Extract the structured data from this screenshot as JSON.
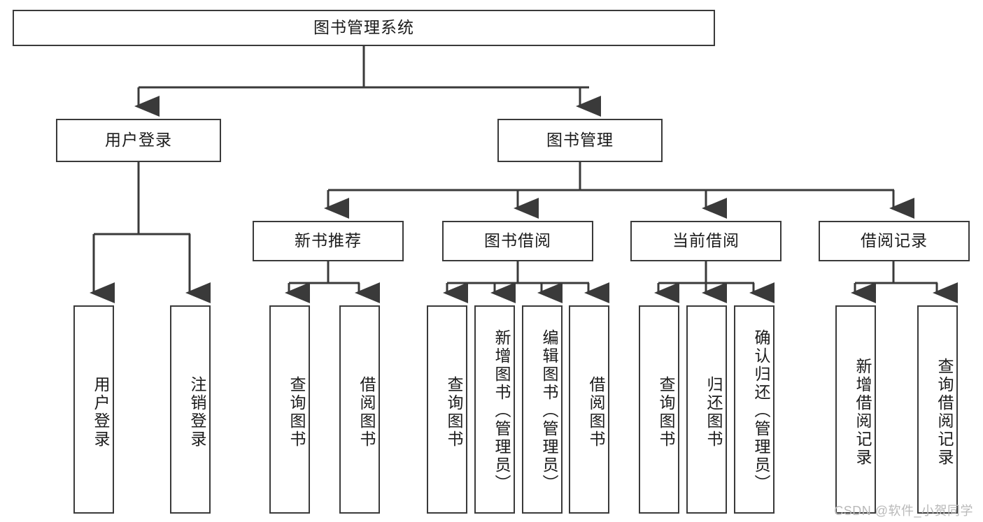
{
  "diagram": {
    "kind": "tree-hierarchy-chart",
    "title": "图书管理系统",
    "watermark": "CSDN @软件_小贺同学",
    "colors": {
      "box_border": "#3a3a3a",
      "box_fill": "#ffffff",
      "connector": "#3a3a3a",
      "text": "#1b1b1b",
      "watermark": "#b9b9b9",
      "page_background": "#ffffff"
    },
    "root": {
      "label": "图书管理系统"
    },
    "level2": [
      {
        "label": "用户登录"
      },
      {
        "label": "图书管理"
      }
    ],
    "level3": [
      {
        "label": "新书推荐"
      },
      {
        "label": "图书借阅"
      },
      {
        "label": "当前借阅"
      },
      {
        "label": "借阅记录"
      }
    ],
    "leaves": {
      "user_login": [
        {
          "label": "用户登录"
        },
        {
          "label": "注销登录"
        }
      ],
      "new_book_recommend": [
        {
          "label": "查询图书"
        },
        {
          "label": "借阅图书"
        }
      ],
      "book_borrow": [
        {
          "label": "查询图书"
        },
        {
          "label": "新增图书（管理员）"
        },
        {
          "label": "编辑图书（管理员）"
        },
        {
          "label": "借阅图书"
        }
      ],
      "current_borrow": [
        {
          "label": "查询图书"
        },
        {
          "label": "归还图书"
        },
        {
          "label": "确认归还（管理员）"
        }
      ],
      "borrow_record": [
        {
          "label": "新增借阅记录"
        },
        {
          "label": "查询借阅记录"
        }
      ]
    }
  }
}
